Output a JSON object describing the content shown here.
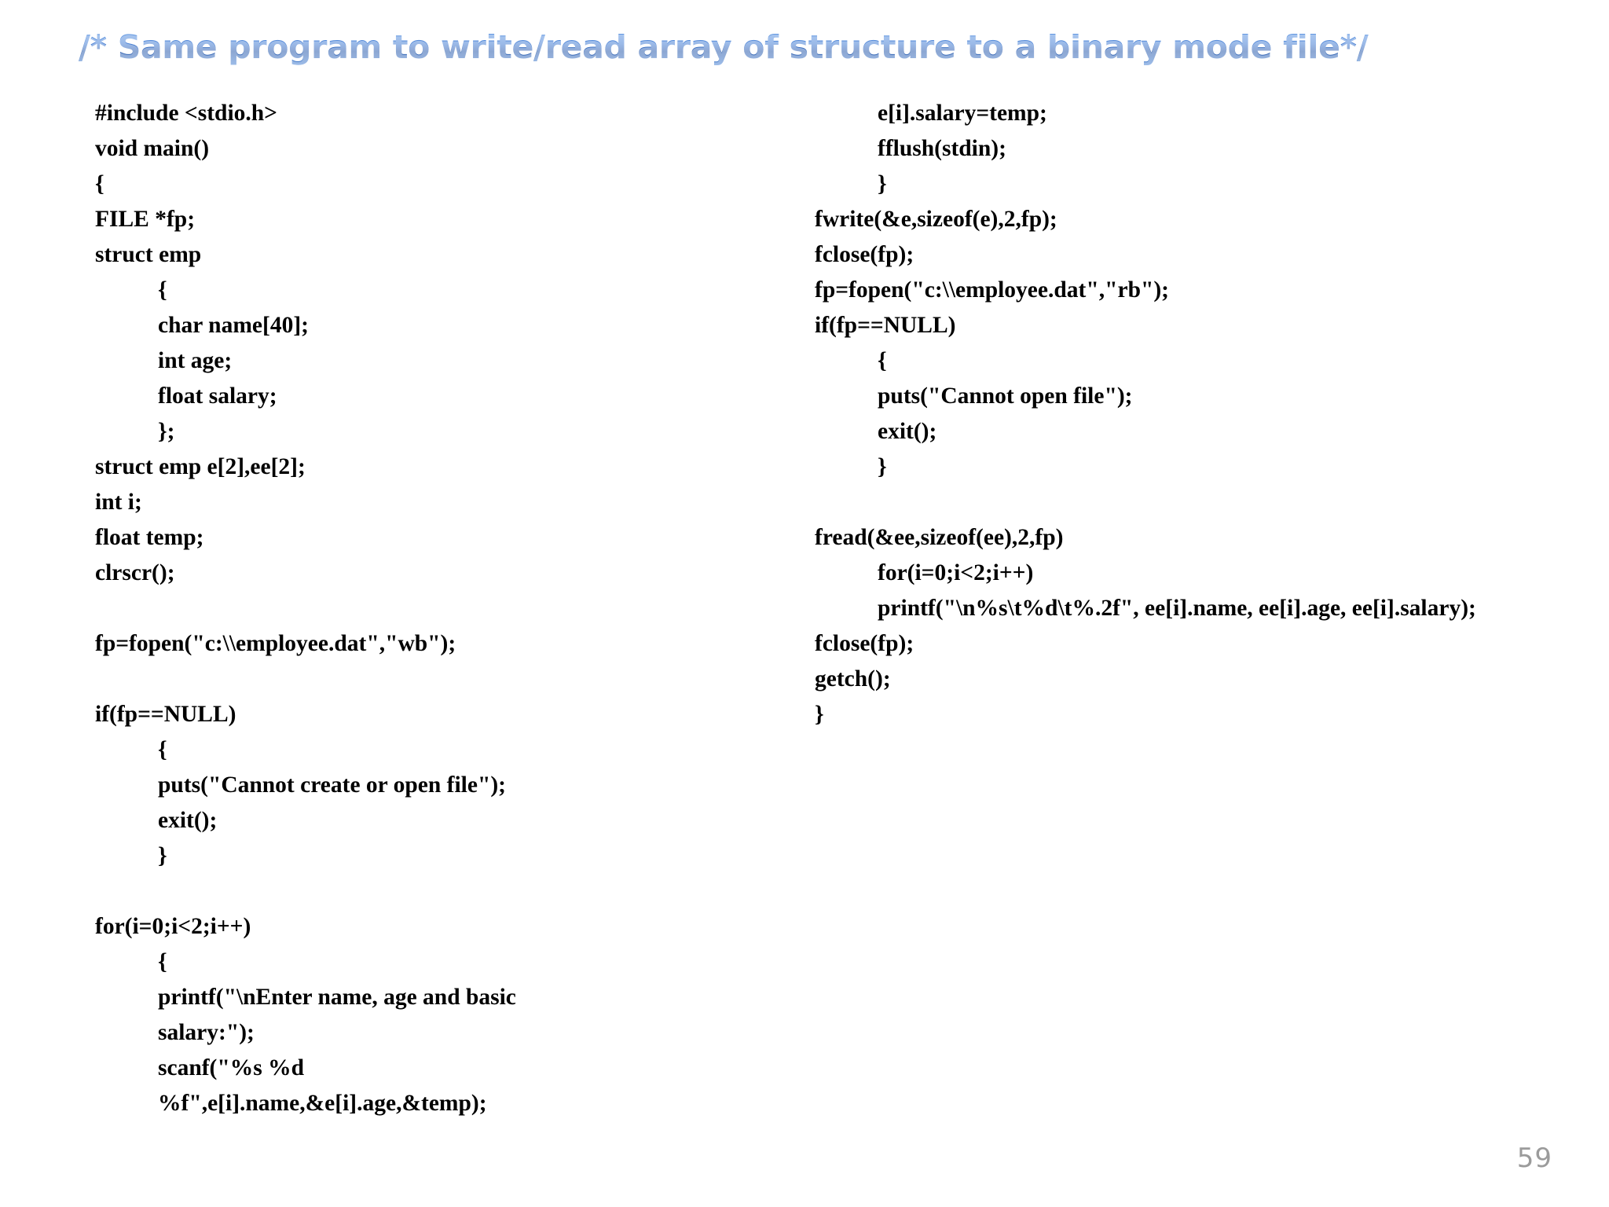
{
  "slide": {
    "title": "/* Same program to write/read array of structure to a binary mode file*/",
    "title_color": "#4a82d6",
    "page_number": "59",
    "background_color": "#ffffff",
    "code_color": "#000000"
  },
  "code": {
    "left_column": [
      {
        "indent": 0,
        "text": "#include <stdio.h>"
      },
      {
        "indent": 0,
        "text": "void main()"
      },
      {
        "indent": 0,
        "text": "{"
      },
      {
        "indent": 0,
        "text": "FILE *fp;"
      },
      {
        "indent": 0,
        "text": "struct emp"
      },
      {
        "indent": 1,
        "text": "{"
      },
      {
        "indent": 1,
        "text": "char name[40];"
      },
      {
        "indent": 1,
        "text": "int age;"
      },
      {
        "indent": 1,
        "text": "float salary;"
      },
      {
        "indent": 1,
        "text": "};"
      },
      {
        "indent": 0,
        "text": "struct emp e[2],ee[2];"
      },
      {
        "indent": 0,
        "text": "int i;"
      },
      {
        "indent": 0,
        "text": "float temp;"
      },
      {
        "indent": 0,
        "text": "clrscr();"
      },
      {
        "indent": 0,
        "text": ""
      },
      {
        "indent": 0,
        "text": "fp=fopen(\"c:\\\\employee.dat\",\"wb\");"
      },
      {
        "indent": 0,
        "text": ""
      },
      {
        "indent": 0,
        "text": "if(fp==NULL)"
      },
      {
        "indent": 1,
        "text": "{"
      },
      {
        "indent": 1,
        "text": "puts(\"Cannot create or open file\");"
      },
      {
        "indent": 1,
        "text": "exit();"
      },
      {
        "indent": 1,
        "text": "}"
      },
      {
        "indent": 0,
        "text": ""
      },
      {
        "indent": 0,
        "text": "for(i=0;i<2;i++)"
      },
      {
        "indent": 1,
        "text": "{"
      },
      {
        "indent": 1,
        "text": "printf(\"\\nEnter name, age and basic salary:\");"
      },
      {
        "indent": 1,
        "text": "scanf(\"%s %d %f\",e[i].name,&e[i].age,&temp);"
      }
    ],
    "right_column": [
      {
        "indent": 1,
        "text": "e[i].salary=temp;"
      },
      {
        "indent": 1,
        "text": "fflush(stdin);"
      },
      {
        "indent": 1,
        "text": "}"
      },
      {
        "indent": 0,
        "text": "fwrite(&e,sizeof(e),2,fp);"
      },
      {
        "indent": 0,
        "text": "fclose(fp);"
      },
      {
        "indent": 0,
        "text": "fp=fopen(\"c:\\\\employee.dat\",\"rb\");"
      },
      {
        "indent": 0,
        "text": "if(fp==NULL)"
      },
      {
        "indent": 1,
        "text": "{"
      },
      {
        "indent": 1,
        "text": "puts(\"Cannot open file\");"
      },
      {
        "indent": 1,
        "text": "exit();"
      },
      {
        "indent": 1,
        "text": "}"
      },
      {
        "indent": 0,
        "text": ""
      },
      {
        "indent": 0,
        "text": "fread(&ee,sizeof(ee),2,fp)"
      },
      {
        "indent": 1,
        "text": "for(i=0;i<2;i++)"
      },
      {
        "indent": 1,
        "text": "printf(\"\\n%s\\t%d\\t%.2f\", ee[i].name, ee[i].age, ee[i].salary);"
      },
      {
        "indent": 0,
        "text": "fclose(fp);"
      },
      {
        "indent": 0,
        "text": "getch();"
      },
      {
        "indent": 0,
        "text": "}"
      }
    ]
  }
}
